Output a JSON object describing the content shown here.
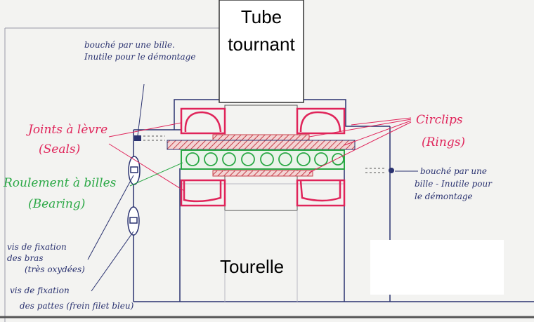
{
  "labels": {
    "tube": [
      "Tube",
      "tournant"
    ],
    "turret": "Tourelle",
    "top_note": [
      "bouché par une bille.",
      "Inutile pour le démontage"
    ],
    "right_note": [
      "bouché par une",
      "bille - Inutile pour",
      "le démontage"
    ],
    "seals": [
      "Joints à lèvre",
      "(Seals)"
    ],
    "bearing": [
      "Roulement à billes",
      "(Bearing)"
    ],
    "circlips": [
      "Circlips",
      "(Rings)"
    ],
    "arm_screws": [
      "vis de fixation",
      "des bras",
      "(très oxydées)"
    ],
    "leg_screws": [
      "vis de fixation",
      "des pattes (frein filet bleu)"
    ]
  },
  "colors": {
    "ink_blue": "#2a3270",
    "seal_red": "#e0245a",
    "bearing_green": "#2aa845",
    "hatch_red": "#c8404a"
  }
}
